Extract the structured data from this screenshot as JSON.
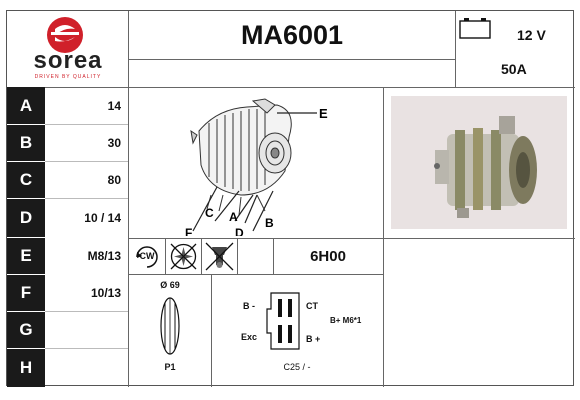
{
  "brand": {
    "logo_text": "sorea",
    "tagline": "DRIVEN BY QUALITY",
    "logo_color": "#d0202a"
  },
  "header": {
    "part_number": "MA6001",
    "voltage": "12 V",
    "amperage": "50A"
  },
  "rows": [
    {
      "label": "A",
      "value": "14"
    },
    {
      "label": "B",
      "value": "30"
    },
    {
      "label": "C",
      "value": "80"
    },
    {
      "label": "D",
      "value": "10 / 14"
    },
    {
      "label": "E",
      "value": "M8/13"
    },
    {
      "label": "F",
      "value": "10/13"
    },
    {
      "label": "G",
      "value": ""
    },
    {
      "label": "H",
      "value": ""
    }
  ],
  "drawing_labels": {
    "e": "E",
    "c": "C",
    "a": "A",
    "b": "B",
    "f": "F",
    "d": "D"
  },
  "rotation": {
    "direction": "CW",
    "hours": "6H00"
  },
  "pulley": {
    "diameter": "Ø 69",
    "type": "P1"
  },
  "connector": {
    "b_minus": "B -",
    "ct": "CT",
    "exc": "Exc",
    "b_plus": "B +",
    "b_plus_thread": "B+ M6*1",
    "code": "C25 / -"
  }
}
